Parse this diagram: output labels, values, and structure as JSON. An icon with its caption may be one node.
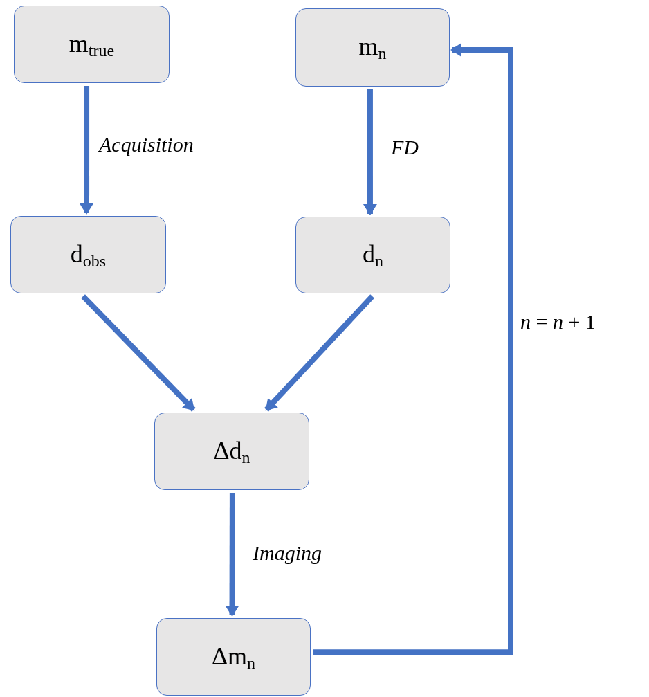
{
  "diagram": {
    "nodes": [
      {
        "text": [
          "m$_{true}$"
        ]
      },
      {
        "text": [
          "m$_{n}$"
        ]
      },
      {
        "text": [
          "d$_{obs}$"
        ]
      },
      {
        "text": [
          "d$_{n}$"
        ]
      },
      {
        "text": [
          "Δd$_{n}$"
        ]
      },
      {
        "text": [
          "Δm$_{n}$"
        ]
      }
    ],
    "edges": [
      {
        "from": 0,
        "to": 2,
        "arrow": "to",
        "label": "Acquisition"
      },
      {
        "from": 1,
        "to": 3,
        "arrow": "to",
        "label": "FD"
      },
      {
        "from": 2,
        "to": 4,
        "arrow": "to"
      },
      {
        "from": 3,
        "to": 4,
        "arrow": "to"
      },
      {
        "from": 4,
        "to": 5,
        "arrow": "to",
        "label": "Imaging"
      },
      {
        "from": 5,
        "to": 1,
        "arrow": "to",
        "label": "*n* = *n* + 1"
      }
    ]
  }
}
